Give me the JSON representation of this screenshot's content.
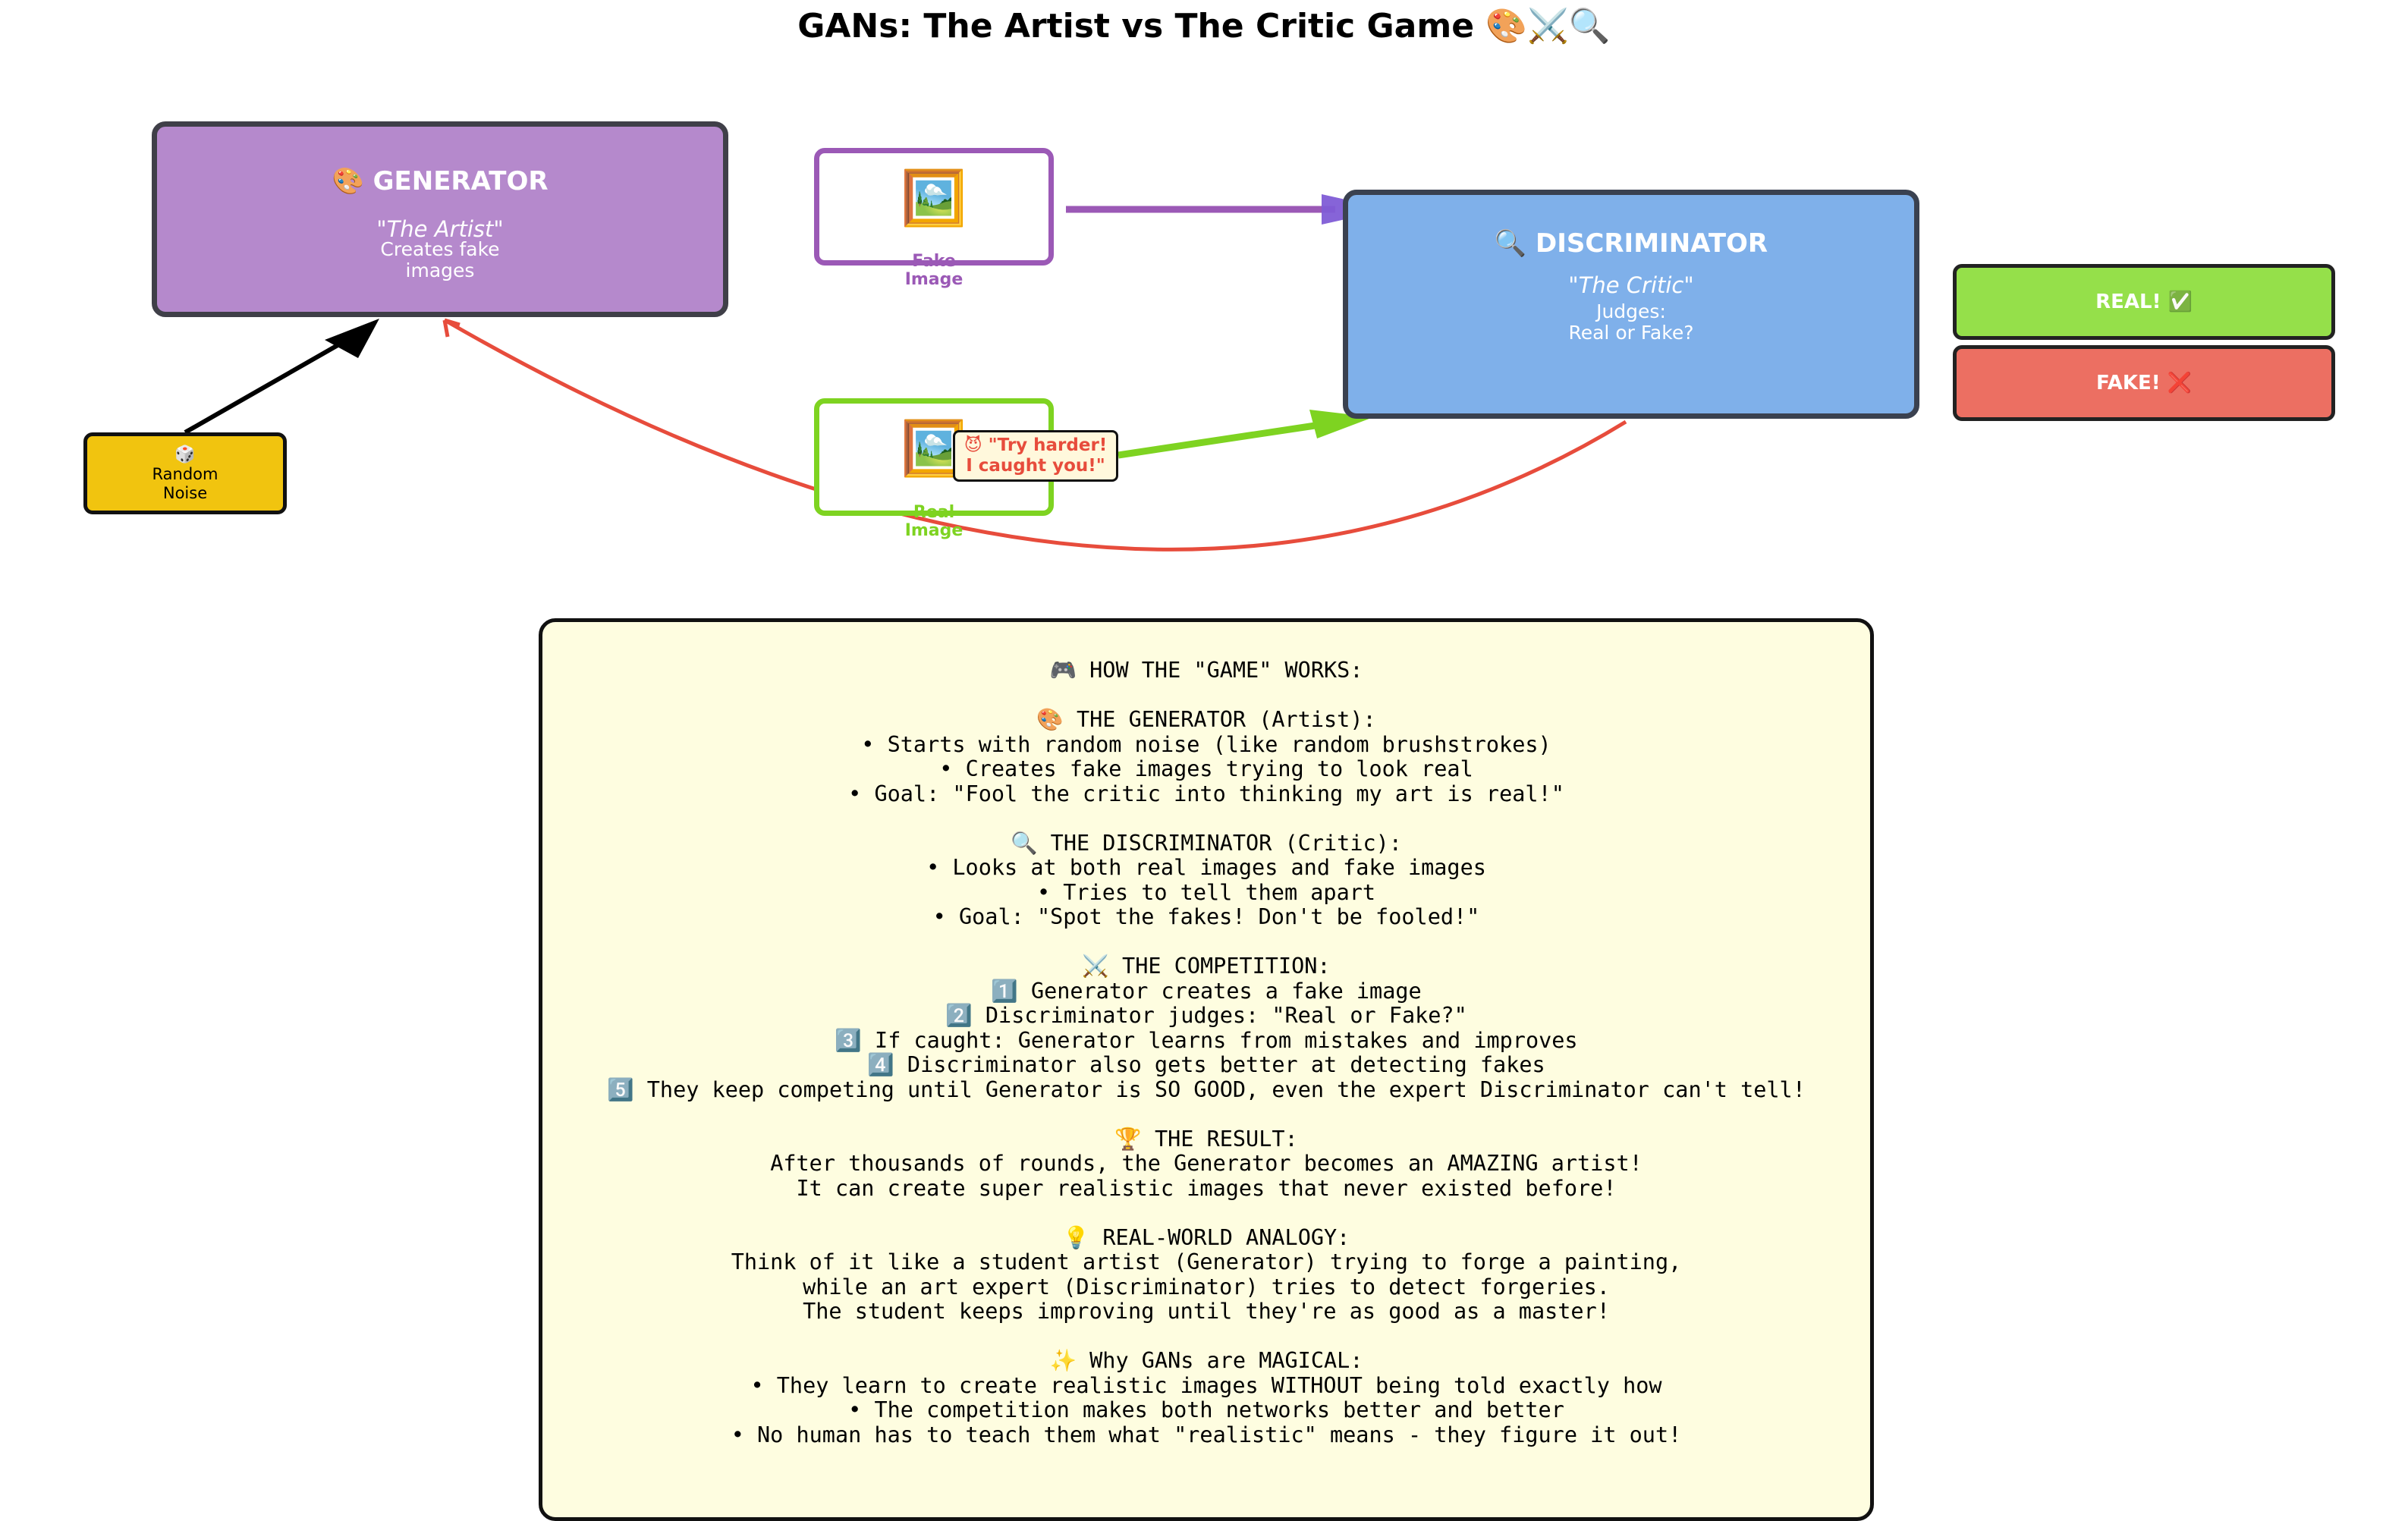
{
  "title": "GANs: The Artist vs The Critic Game 🎨⚔️🔍",
  "generator": {
    "title": "🎨 GENERATOR",
    "subtitle": "\"The Artist\"",
    "description": "Creates fake\nimages"
  },
  "discriminator": {
    "title": "🔍 DISCRIMINATOR",
    "subtitle": "\"The Critic\"",
    "description": "Judges:\nReal or Fake?"
  },
  "noise": {
    "icon": "🎲",
    "label": "Random\nNoise"
  },
  "fake_image": {
    "icon": "🖼️",
    "label": "Fake\nImage"
  },
  "real_image": {
    "icon": "🖼️",
    "label": "Real\nImage"
  },
  "verdicts": {
    "real": "REAL! ✅",
    "fake": "FAKE! ❌"
  },
  "feedback": "😈 \"Try harder!\nI caught you!\"",
  "colors": {
    "generator": "#b589cc",
    "discriminator": "#7fb0ea",
    "noise": "#f1c40f",
    "fake_edge": "#9b59b6",
    "real_edge": "#7ed321",
    "verdict_real": "#95e04a",
    "verdict_fake": "#ec6f62",
    "feedback": "#e74c3c",
    "explanation_bg": "#fefde0"
  },
  "explanation": "🎮 HOW THE \"GAME\" WORKS:\n\n🎨 THE GENERATOR (Artist):\n• Starts with random noise (like random brushstrokes)\n• Creates fake images trying to look real\n• Goal: \"Fool the critic into thinking my art is real!\"\n\n🔍 THE DISCRIMINATOR (Critic):\n• Looks at both real images and fake images\n• Tries to tell them apart\n• Goal: \"Spot the fakes! Don't be fooled!\"\n\n⚔️ THE COMPETITION:\n1️⃣ Generator creates a fake image\n2️⃣ Discriminator judges: \"Real or Fake?\"\n3️⃣ If caught: Generator learns from mistakes and improves\n4️⃣ Discriminator also gets better at detecting fakes\n5️⃣ They keep competing until Generator is SO GOOD, even the expert Discriminator can't tell!\n\n🏆 THE RESULT:\nAfter thousands of rounds, the Generator becomes an AMAZING artist!\nIt can create super realistic images that never existed before!\n\n💡 REAL-WORLD ANALOGY:\nThink of it like a student artist (Generator) trying to forge a painting,\nwhile an art expert (Discriminator) tries to detect forgeries.\nThe student keeps improving until they're as good as a master!\n\n✨ Why GANs are MAGICAL:\n• They learn to create realistic images WITHOUT being told exactly how\n• The competition makes both networks better and better\n• No human has to teach them what \"realistic\" means - they figure it out!"
}
